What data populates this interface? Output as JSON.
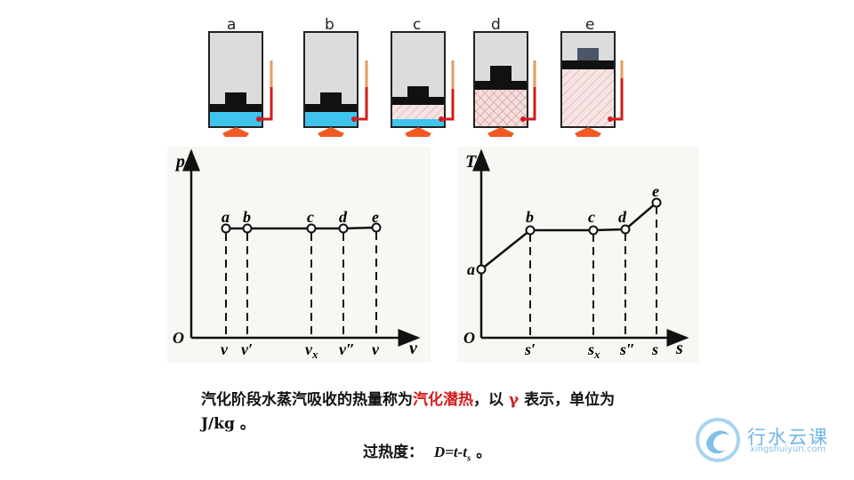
{
  "cylinders": [
    {
      "label": "a",
      "state": "liquid"
    },
    {
      "label": "b",
      "state": "saturated-liquid"
    },
    {
      "label": "c",
      "state": "wet-vapor"
    },
    {
      "label": "d",
      "state": "dry-saturated-vapor"
    },
    {
      "label": "e",
      "state": "superheated-vapor"
    }
  ],
  "pv_diagram": {
    "y_axis": "p",
    "x_axis": "v",
    "origin": "O",
    "point_labels": [
      "a",
      "b",
      "c",
      "d",
      "e"
    ],
    "x_ticks": [
      "v",
      "v′",
      "v",
      "v″",
      "v"
    ],
    "x_tick_sub": [
      "",
      "",
      "x",
      "",
      ""
    ]
  },
  "ts_diagram": {
    "y_axis": "T",
    "x_axis": "s",
    "origin": "O",
    "point_labels": [
      "a",
      "b",
      "c",
      "d",
      "e"
    ],
    "x_ticks": [
      "s′",
      "s",
      "s″",
      "s"
    ],
    "x_tick_sub": [
      "",
      "x",
      "",
      ""
    ]
  },
  "text": {
    "line1_a": "汽化阶段水蒸汽吸收的热量称为",
    "line1_highlight": "汽化潜热",
    "line1_b": "，以 ",
    "line1_gamma": "γ",
    "line1_c": " 表示，单位为",
    "line2": "J/kg 。",
    "formula_label": "过热度：",
    "formula_main": "D=t-t",
    "formula_sub": "s",
    "formula_end": " 。"
  },
  "logo": {
    "title": "行水云课",
    "url": "xingshuiyun.com"
  },
  "colors": {
    "water": "#3fc4ee",
    "accent": "#d21b1b",
    "flame": "#f05a22",
    "thermo": "#e89a5a"
  }
}
